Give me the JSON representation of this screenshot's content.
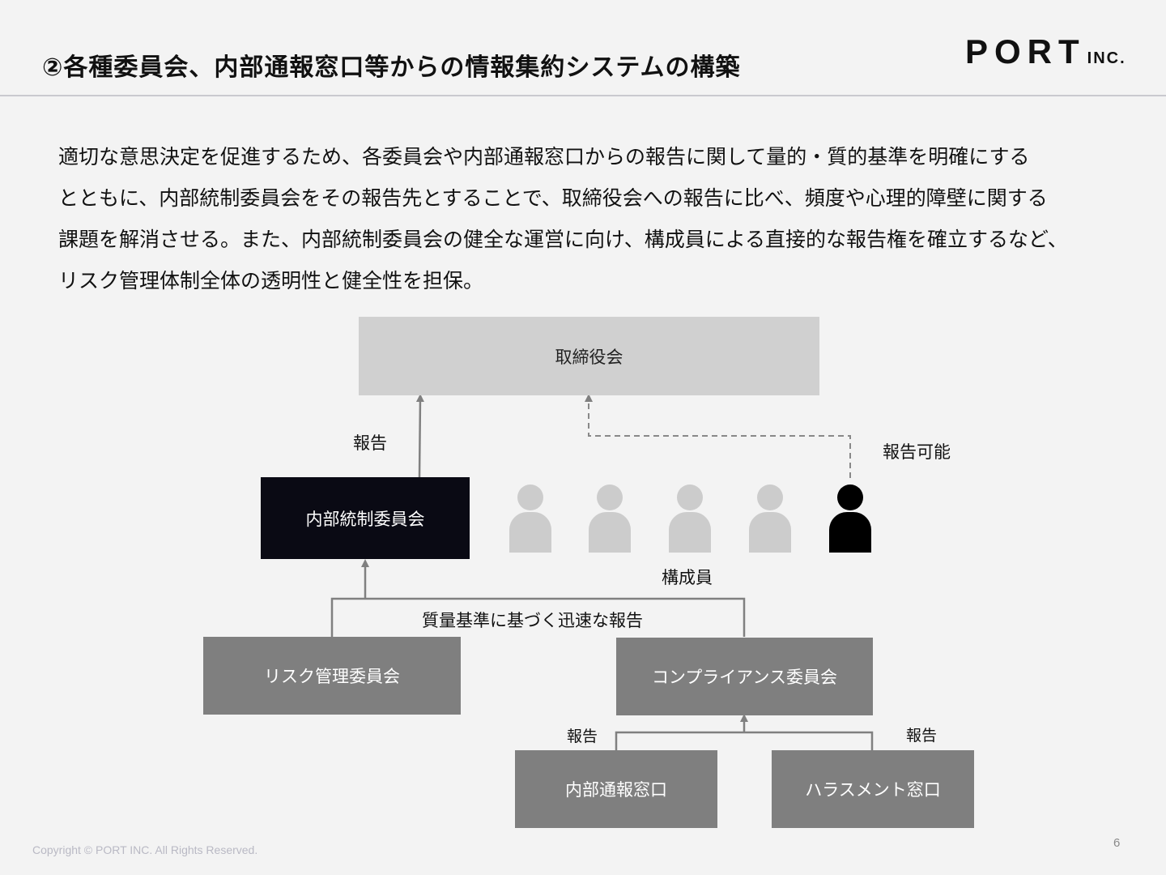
{
  "header": {
    "title": "②各種委員会、内部通報窓口等からの情報集約システムの構築",
    "logo_main": "PORT",
    "logo_sub": "INC."
  },
  "intro": {
    "lines": [
      "適切な意思決定を促進するため、各委員会や内部通報窓口からの報告に関して量的・質的基準を明確にする",
      "とともに、内部統制委員会をその報告先とすることで、取締役会への報告に比べ、頻度や心理的障壁に関する",
      "課題を解消させる。また、内部統制委員会の健全な運営に向け、構成員による直接的な報告権を確立するなど、",
      "リスク管理体制全体の透明性と健全性を担保。"
    ]
  },
  "diagram": {
    "board": "取締役会",
    "internal_control": "内部統制委員会",
    "risk": "リスク管理委員会",
    "compliance": "コンプライアンス委員会",
    "whistleblowing": "内部通報窓口",
    "harassment": "ハラスメント窓口",
    "label_report": "報告",
    "label_can_report": "報告可能",
    "label_members": "構成員",
    "label_quality": "質量基準に基づく迅速な報告",
    "label_report_left": "報告",
    "label_report_right": "報告",
    "member_icon": "person-icon",
    "colors": {
      "light_box": "#d0d0d0",
      "dark_box": "#0a0a14",
      "mid_box": "#7f7f7f",
      "arrow": "#808080",
      "member_gray": "#cccccc",
      "member_black": "#000000"
    }
  },
  "footer": {
    "copyright": "Copyright © PORT INC. All Rights Reserved.",
    "page": "6"
  }
}
